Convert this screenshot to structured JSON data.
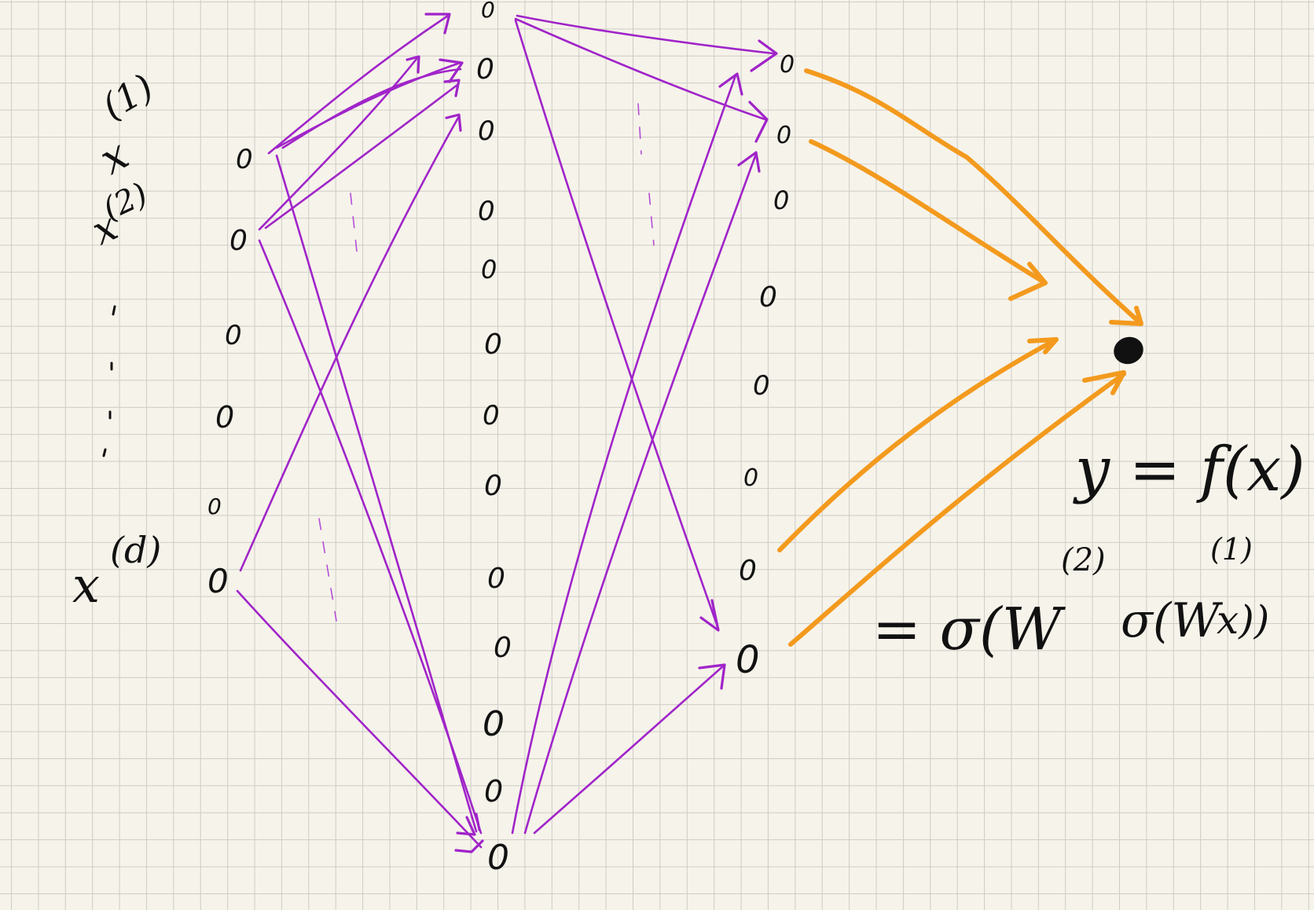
{
  "labels": {
    "x1": {
      "base": "x",
      "sup": "(1)"
    },
    "x2": {
      "base": "x",
      "sup": "(2)"
    },
    "xd": {
      "base": "x",
      "sup": "(d)"
    }
  },
  "node_glyph": "0",
  "equation": {
    "line1": "y = f(x)",
    "line2_prefix": "= σ(W",
    "line2_sup1": "(2)",
    "line2_mid": "σ(W",
    "line2_sup2": "(1)",
    "line2_suffix": "x))"
  },
  "colors": {
    "edges": "#a024c9",
    "output_edges": "#f39a1e",
    "ink": "#111111",
    "grid": "#cdccc6",
    "paper": "#f6f3ea"
  }
}
